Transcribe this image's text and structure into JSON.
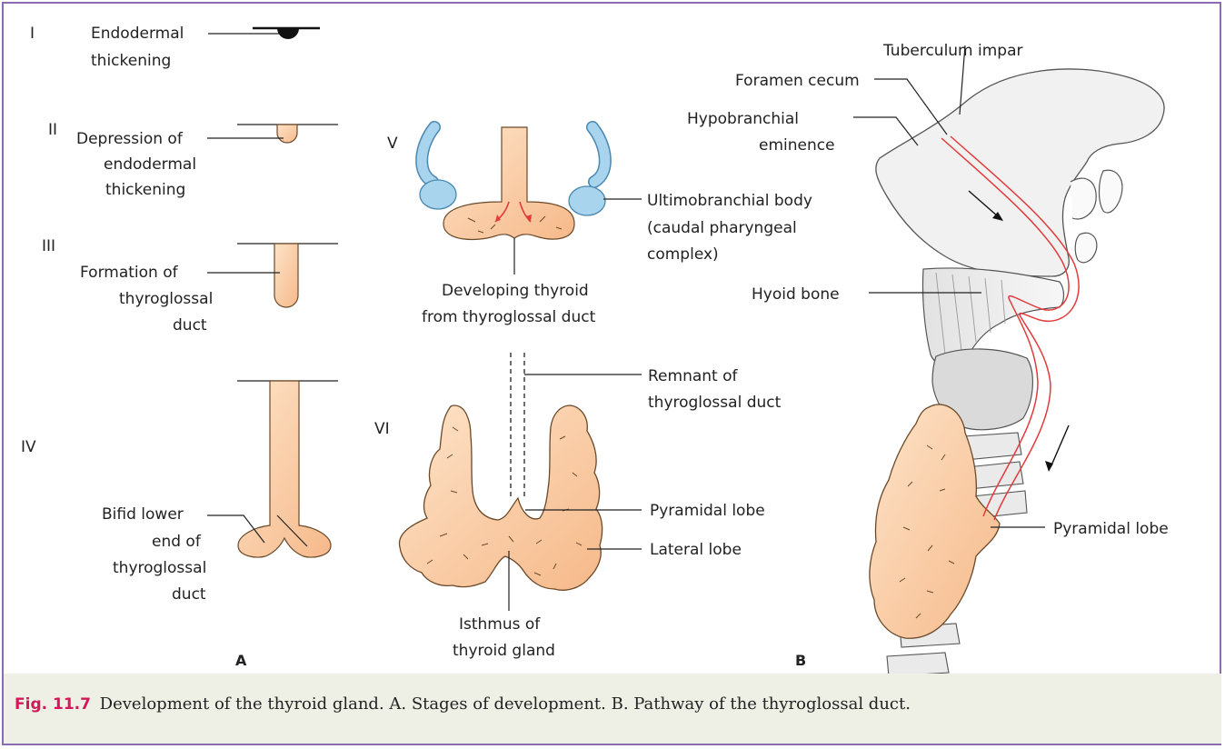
{
  "panel_a": {
    "stage_1": {
      "numeral": "I",
      "label_lines": [
        "Endodermal",
        "thickening"
      ]
    },
    "stage_2": {
      "numeral": "II",
      "label_lines": [
        "Depression of",
        "endodermal",
        "thickening"
      ]
    },
    "stage_3": {
      "numeral": "III",
      "label_lines": [
        "Formation of",
        "thyroglossal",
        "duct"
      ]
    },
    "stage_4": {
      "numeral": "IV",
      "label_lines": [
        "Bifid lower",
        "end of",
        "thyroglossal",
        "duct"
      ]
    },
    "stage_5": {
      "numeral": "V",
      "ultimo_lines": [
        "Ultimobranchial body",
        "(caudal pharyngeal",
        "complex)"
      ],
      "developing_lines": [
        "Developing thyroid",
        "from thyroglossal duct"
      ]
    },
    "stage_6": {
      "numeral": "VI",
      "remnant_lines": [
        "Remnant of",
        "thyroglossal duct"
      ],
      "pyramidal": "Pyramidal lobe",
      "lateral": "Lateral lobe",
      "isthmus_lines": [
        "Isthmus of",
        "thyroid gland"
      ]
    },
    "letter": "A"
  },
  "panel_b": {
    "tuberculum": "Tuberculum impar",
    "foramen": "Foramen cecum",
    "hypobranchial_lines": [
      "Hypobranchial",
      "eminence"
    ],
    "hyoid": "Hyoid bone",
    "pyramidal": "Pyramidal lobe",
    "letter": "B"
  },
  "caption": {
    "number": "Fig. 11.7",
    "text": "Development of the thyroid gland. A. Stages of development. B. Pathway of the thyroglossal duct."
  },
  "colors": {
    "border": "#8d6bb0",
    "tissue_fill": "#fbd0aa",
    "tissue_stroke": "#6b4a2a",
    "ultimobranchial": "#a9d4ee",
    "duct_red": "#e23b3b",
    "caption_bg": "#eef0e6",
    "caption_number": "#d3185a"
  },
  "icons": [
    "arrow-down-icon"
  ]
}
